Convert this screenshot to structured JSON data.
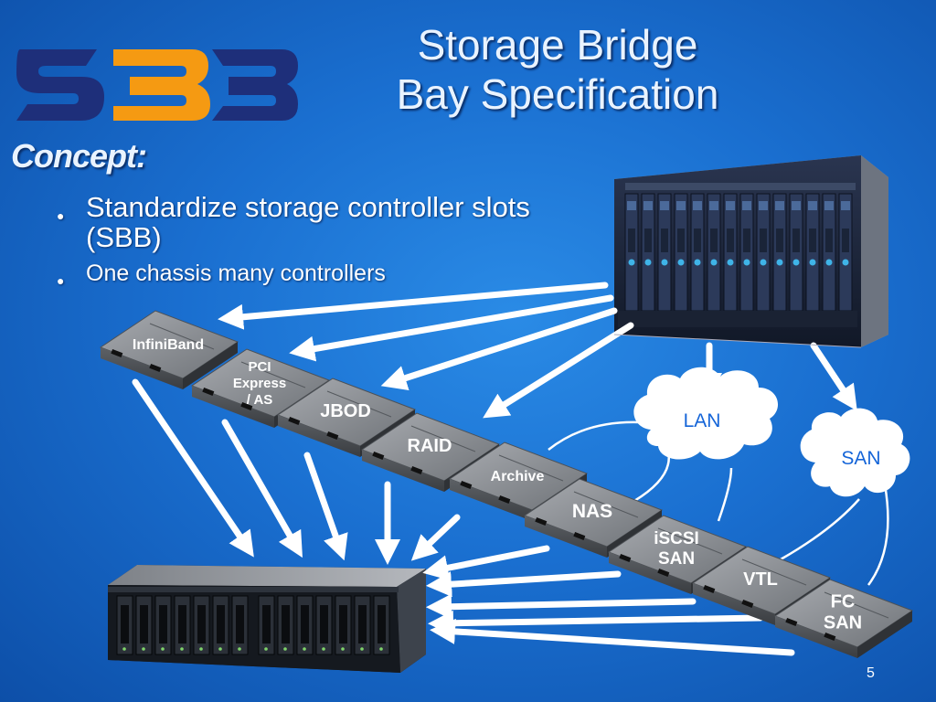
{
  "title_line1": "Storage Bridge",
  "title_line2": "Bay Specification",
  "logo_text": "SBB",
  "concept_heading": "Concept:",
  "bullets": [
    "Standardize storage controller slots (SBB)",
    "One chassis many controllers"
  ],
  "modules": [
    {
      "lines": [
        "InfiniBand"
      ]
    },
    {
      "lines": [
        "PCI",
        "Express",
        "/ AS"
      ]
    },
    {
      "lines": [
        "JBOD"
      ]
    },
    {
      "lines": [
        "RAID"
      ]
    },
    {
      "lines": [
        "Archive"
      ]
    },
    {
      "lines": [
        "NAS"
      ]
    },
    {
      "lines": [
        "iSCSI",
        "SAN"
      ]
    },
    {
      "lines": [
        "VTL"
      ]
    },
    {
      "lines": [
        "FC",
        "SAN"
      ]
    }
  ],
  "clouds": [
    "LAN",
    "SAN"
  ],
  "page_number": "5",
  "colors": {
    "background": "#1a6fd0",
    "logo_blue": "#1e2f7a",
    "logo_orange": "#f59a12",
    "cloud_text": "#1565d8"
  }
}
